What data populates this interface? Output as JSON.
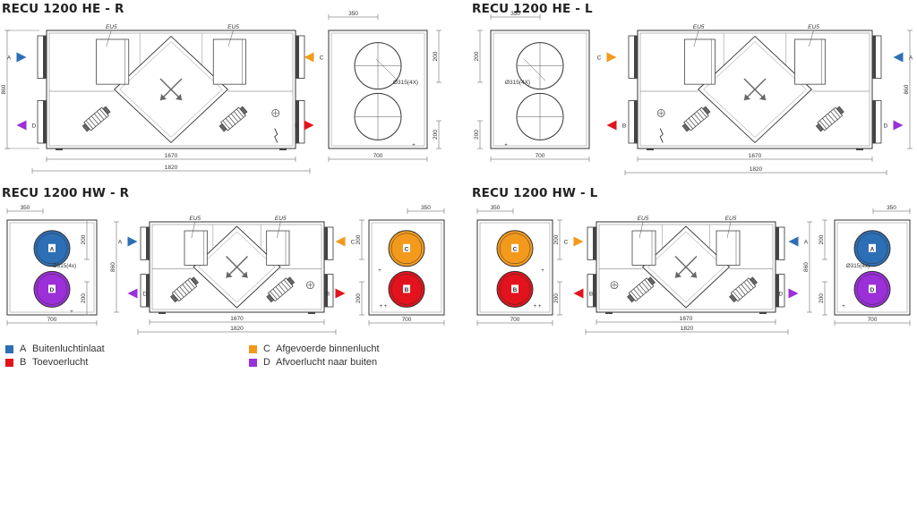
{
  "titles": {
    "he_r": "RECU 1200 HE - R",
    "he_l": "RECU 1200 HE - L",
    "hw_r": "RECU 1200 HW - R",
    "hw_l": "RECU 1200 HW - L"
  },
  "colors": {
    "A": "#2d6fb5",
    "B": "#e2131c",
    "C": "#f39a1c",
    "D": "#9b2fd8"
  },
  "port_letters": {
    "A": "A",
    "B": "B",
    "C": "C",
    "D": "D"
  },
  "filter_label": "EU5",
  "dims": {
    "d1670": "1670",
    "d1820": "1820",
    "d860": "860",
    "d350": "350",
    "d200": "200",
    "d700": "700",
    "dia_x": "Ø315(4X)",
    "dia_small": "Ø315(4x)"
  },
  "legend": [
    {
      "key": "A",
      "label": "Buitenluchtinlaat",
      "color": "#2d6fb5"
    },
    {
      "key": "B",
      "label": "Toevoerlucht",
      "color": "#e2131c"
    },
    {
      "key": "C",
      "label": "Afgevoerde binnenlucht",
      "color": "#f39a1c"
    },
    {
      "key": "D",
      "label": "Afvoerlucht naar buiten",
      "color": "#9b2fd8"
    }
  ]
}
